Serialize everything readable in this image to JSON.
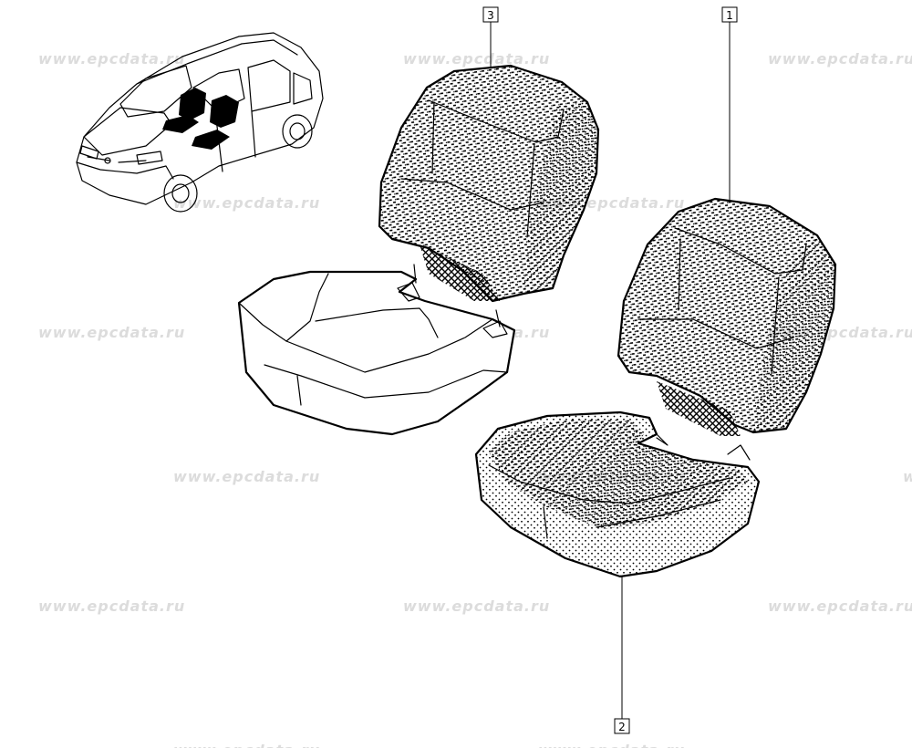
{
  "watermark": {
    "text": "www.epcdata.ru",
    "color": "#dcdcdc"
  },
  "callouts": [
    {
      "id": "1",
      "label": "1"
    },
    {
      "id": "2",
      "label": "2"
    },
    {
      "id": "3",
      "label": "3"
    }
  ],
  "icons": {
    "vehicle": "car-overview-icon",
    "seat_covered": "seat-with-upholstery-icon",
    "seat_bare": "seat-without-upholstery-icon"
  },
  "colors": {
    "line": "#000000",
    "background": "#ffffff"
  }
}
